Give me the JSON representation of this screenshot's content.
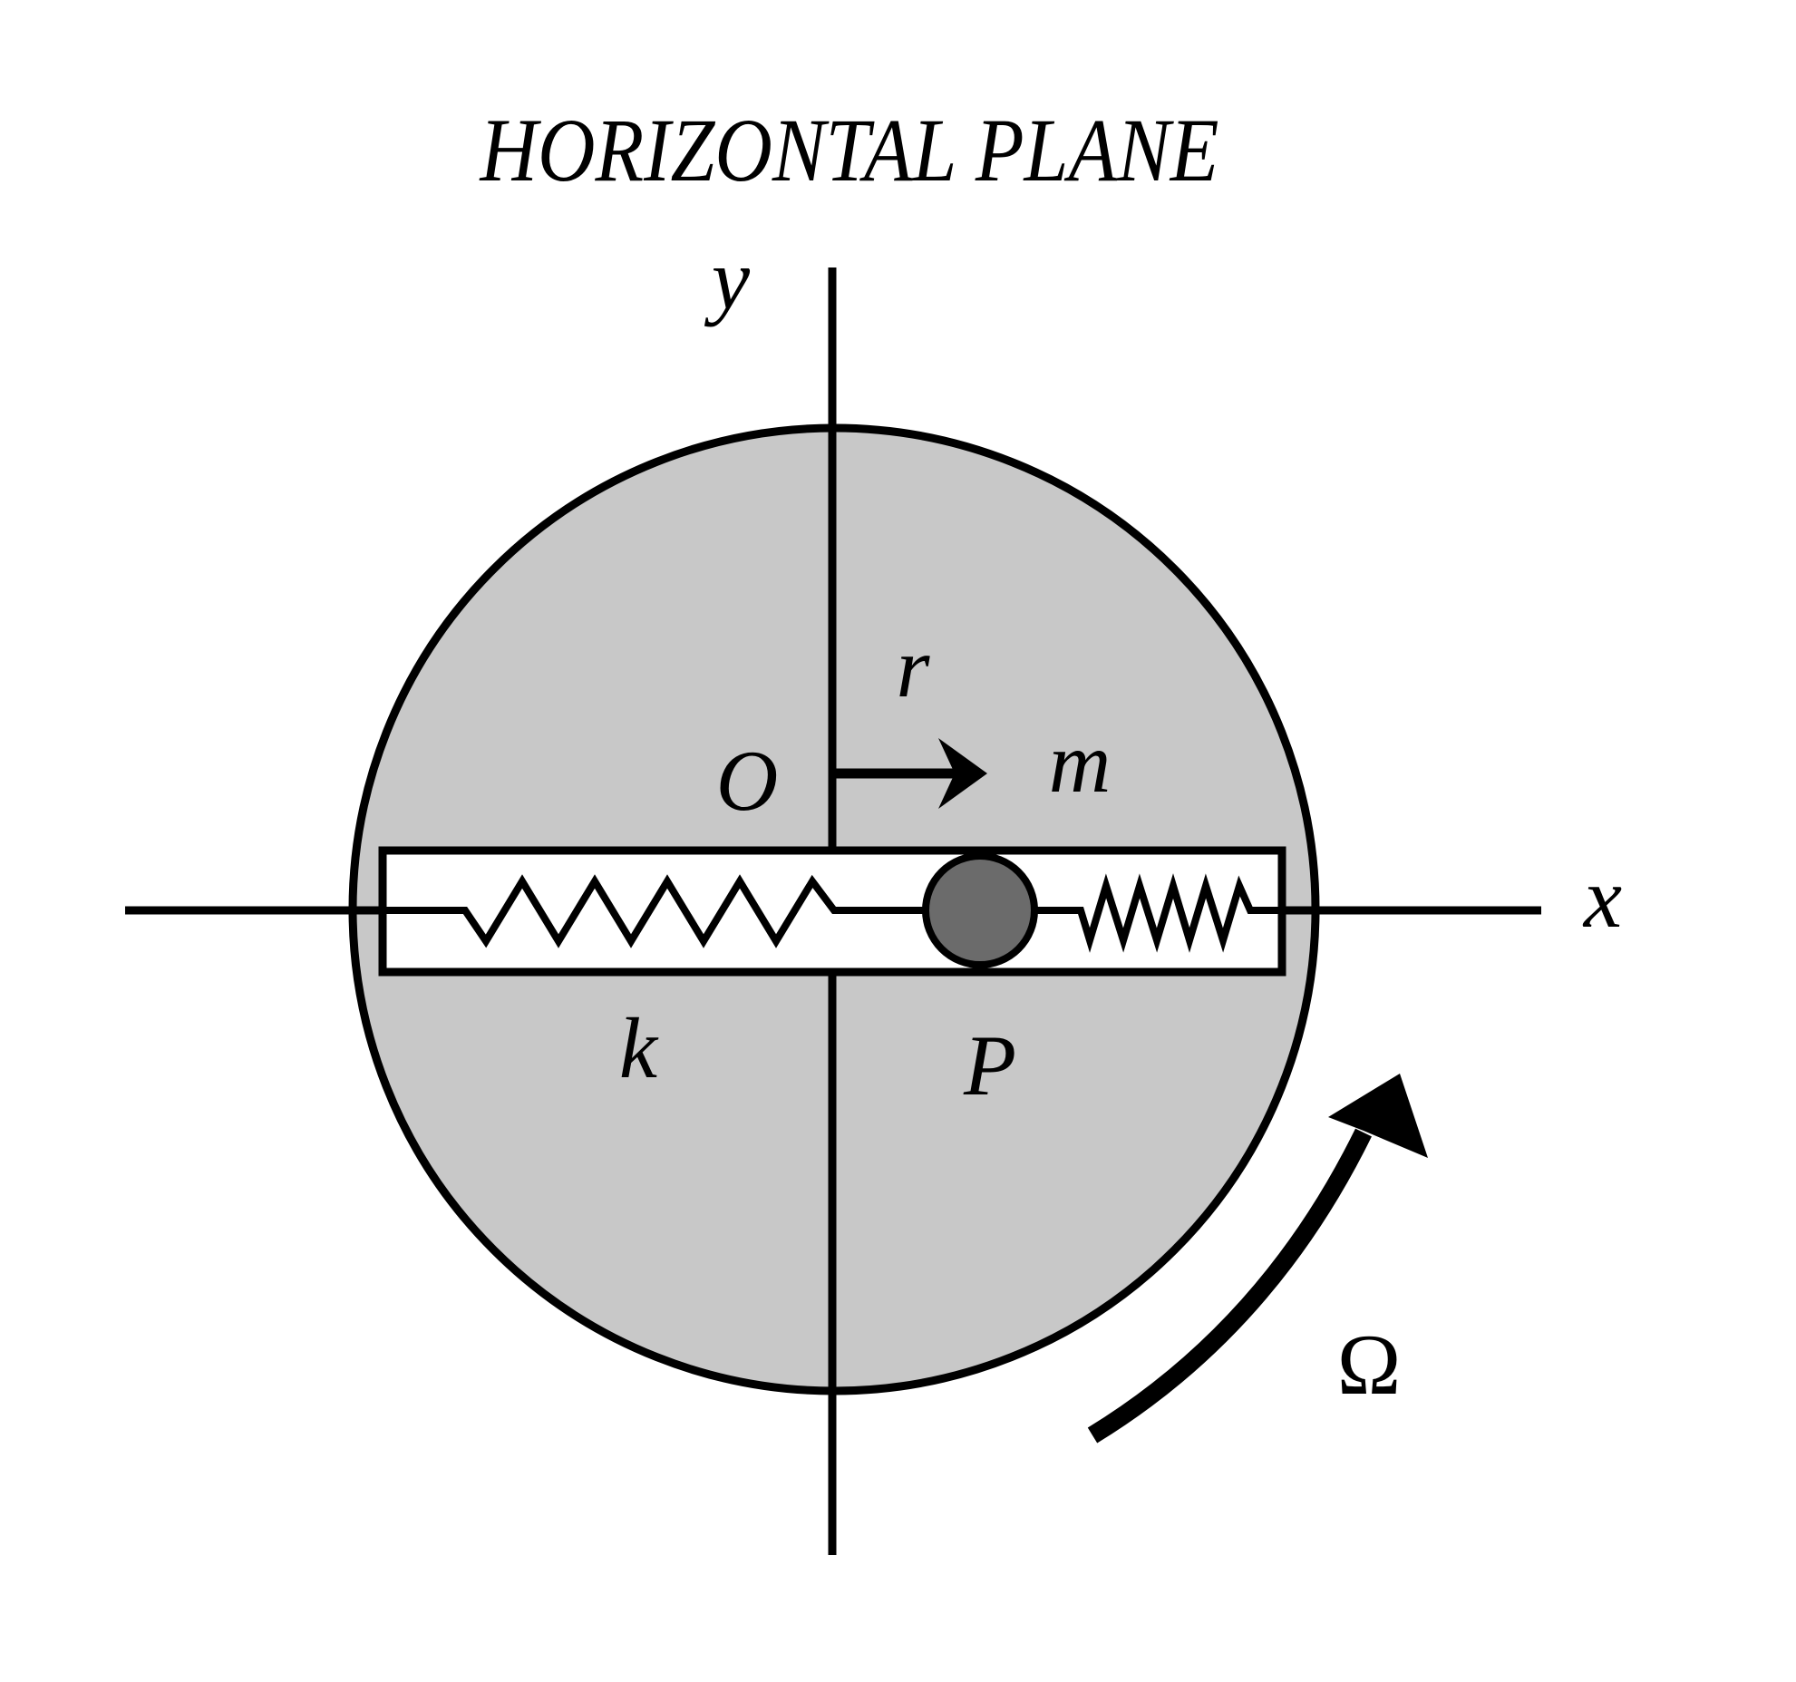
{
  "figure": {
    "title": "HORIZONTAL PLANE"
  },
  "labels": {
    "y_axis": "y",
    "x_axis": "x",
    "origin": "O",
    "radial_coordinate": "r",
    "mass": "m",
    "spring_constant": "k",
    "particle": "P",
    "angular_velocity": "Ω"
  },
  "colors": {
    "background": "#ffffff",
    "disk_fill": "#c8c8c8",
    "slot_fill": "#ffffff",
    "ball_fill": "#6b6b6b",
    "line": "#000000"
  }
}
